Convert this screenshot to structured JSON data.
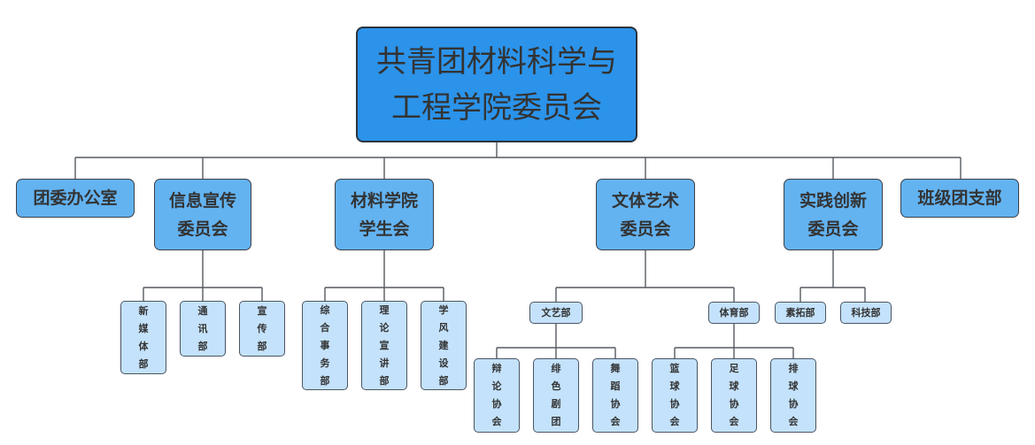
{
  "root": {
    "line1": "共青团材料科学与",
    "line2": "工程学院委员会"
  },
  "departments": [
    {
      "id": "office",
      "label": "团委办公室"
    },
    {
      "id": "publicity",
      "label": "信息宣传\n委员会",
      "children": [
        "新媒体部",
        "通讯部",
        "宣传部"
      ]
    },
    {
      "id": "student-union",
      "label": "材料学院\n学生会",
      "children": [
        "综合事务部",
        "理论宣讲部",
        "学风建设部"
      ]
    },
    {
      "id": "arts",
      "label": "文体艺术\n委员会",
      "subgroups": [
        {
          "label": "文艺部",
          "children": [
            "辩论协会",
            "绯色剧团",
            "舞蹈协会"
          ]
        },
        {
          "label": "体育部",
          "children": [
            "篮球协会",
            "足球协会",
            "排球协会"
          ]
        }
      ]
    },
    {
      "id": "practice",
      "label": "实践创新\n委员会",
      "children": [
        "素拓部",
        "科技部"
      ]
    },
    {
      "id": "branch",
      "label": "班级团支部"
    }
  ]
}
